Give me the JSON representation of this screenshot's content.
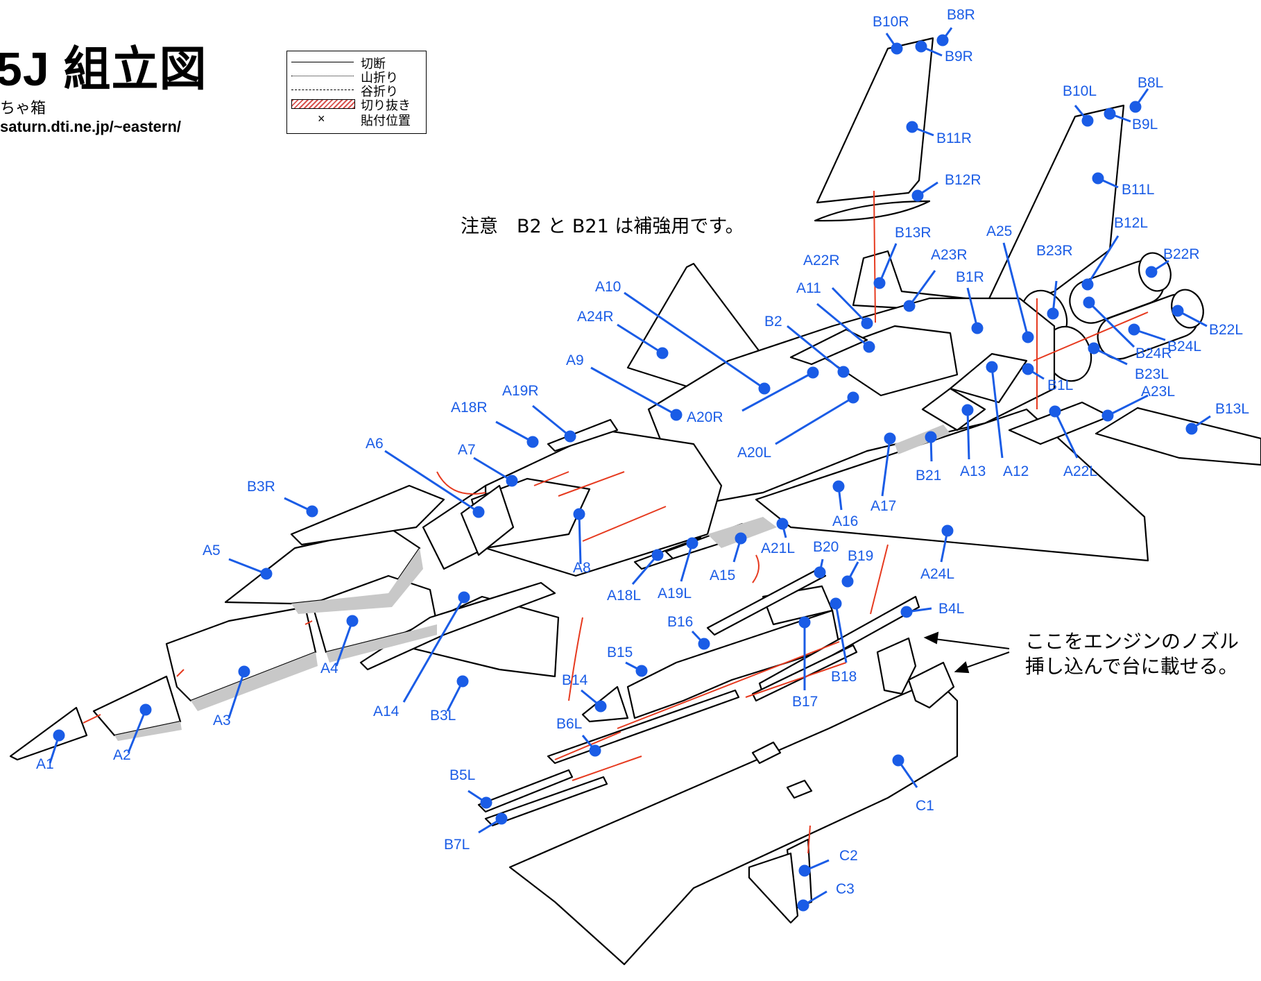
{
  "header": {
    "title": "5J 組立図",
    "subtitle": "ちゃ箱",
    "url": "saturn.dti.ne.jp/~eastern/"
  },
  "legend": {
    "cut": "切断",
    "mountain_fold": "山折り",
    "valley_fold": "谷折り",
    "cut_out": "切り抜き",
    "glue_position": "貼付位置",
    "glue_symbol": "×"
  },
  "note": "注意　B2 と B21 は補強用です。",
  "instruction": {
    "line1": "ここをエンジンのノズル",
    "line2": "挿し込んで台に載せる。"
  },
  "colors": {
    "callout": "#1a5ce6",
    "arrow": "#e63a1f",
    "outline": "#000000",
    "shade": "#c8c8c8",
    "cut_out_hatch": "#d9534f"
  },
  "parts": [
    "A1",
    "A2",
    "A3",
    "A4",
    "A5",
    "A6",
    "A7",
    "A8",
    "A9",
    "A10",
    "A11",
    "A12",
    "A13",
    "A14",
    "A15",
    "A16",
    "A17",
    "A18L",
    "A18R",
    "A19L",
    "A19R",
    "A20L",
    "A20R",
    "A21L",
    "A22L",
    "A22R",
    "A23L",
    "A23R",
    "A24L",
    "A24R",
    "A25",
    "B1L",
    "B1R",
    "B2",
    "B3L",
    "B3R",
    "B4L",
    "B5L",
    "B6L",
    "B7L",
    "B8L",
    "B8R",
    "B9L",
    "B9R",
    "B10L",
    "B10R",
    "B11L",
    "B11R",
    "B12L",
    "B12R",
    "B13L",
    "B13R",
    "B14",
    "B15",
    "B16",
    "B17",
    "B18",
    "B19",
    "B20",
    "B21",
    "B22L",
    "B22R",
    "B23L",
    "B23R",
    "B24L",
    "B24R",
    "C1",
    "C2",
    "C3"
  ]
}
